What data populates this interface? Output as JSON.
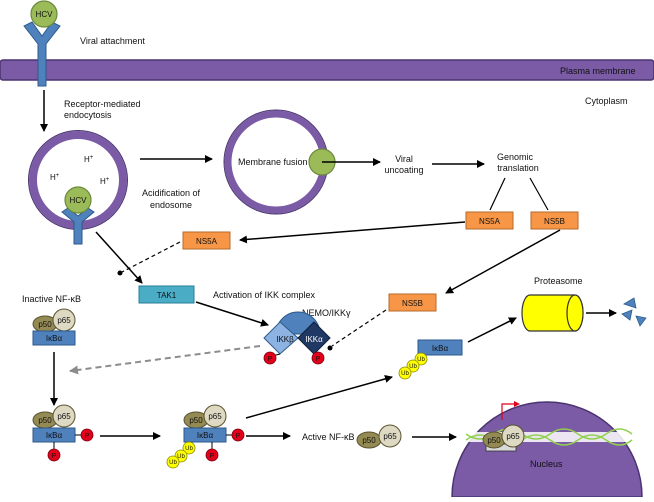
{
  "labels": {
    "hcv": "HCV",
    "viral_attachment": "Viral attachment",
    "plasma_membrane": "Plasma membrane",
    "cytoplasm": "Cytoplasm",
    "receptor_endocytosis_1": "Receptor-mediated",
    "receptor_endocytosis_2": "endocytosis",
    "proton": "H",
    "proton_sup": "+",
    "acidification_1": "Acidification of",
    "acidification_2": "endosome",
    "membrane_fusion": "Membrane fusion",
    "viral_uncoating_1": "Viral",
    "viral_uncoating_2": "uncoating",
    "genomic_translation_1": "Genomic",
    "genomic_translation_2": "translation",
    "ns5a": "NS5A",
    "ns5b": "NS5B",
    "tak1": "TAK1",
    "activation_ikk": "Activation of IKK complex",
    "nemo": "NEMO/IKKγ",
    "ikkb": "IKKβ",
    "ikka": "IKKα",
    "inactive_nfkb": "Inactive NF-κB",
    "p50": "p50",
    "p65": "p65",
    "ikba": "IκBα",
    "phospho": "P",
    "ub": "Ub",
    "active_nfkb": "Active NF-κB",
    "proteasome": "Proteasome",
    "nucleus": "Nucleus"
  },
  "colors": {
    "membrane": "#7b5aa6",
    "membrane_stroke": "#4a3470",
    "hcv": "#9bbb59",
    "receptor": "#4f81bd",
    "ns_box": "#f79646",
    "tak1": "#4bacc6",
    "p50": "#948a54",
    "p65": "#ddd9c3",
    "ikba": "#4f81bd",
    "phospho": "#e2001a",
    "ub": "#ffff00",
    "proteasome": "#ffff00",
    "nucleus": "#7b5aa6",
    "dna": "#92d050"
  }
}
